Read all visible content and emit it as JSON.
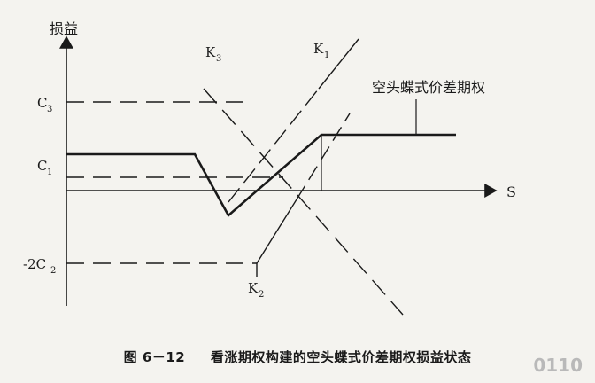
{
  "diagram": {
    "y_axis_label": "损益",
    "x_axis_label": "S",
    "level_labels": {
      "c3": "C",
      "c3_sub": "3",
      "c1": "C",
      "c1_sub": "1",
      "neg2c2": "-2C",
      "neg2c2_sub": "2"
    },
    "line_labels": {
      "k3": "K",
      "k3_sub": "3",
      "k1": "K",
      "k1_sub": "1",
      "k2": "K",
      "k2_sub": "2"
    },
    "payoff_label": "空头蝶式价差期权"
  },
  "caption": {
    "number": "图 6－12",
    "title": "看涨期权构建的空头蝶式价差期权损益状态"
  },
  "watermark": "0110"
}
